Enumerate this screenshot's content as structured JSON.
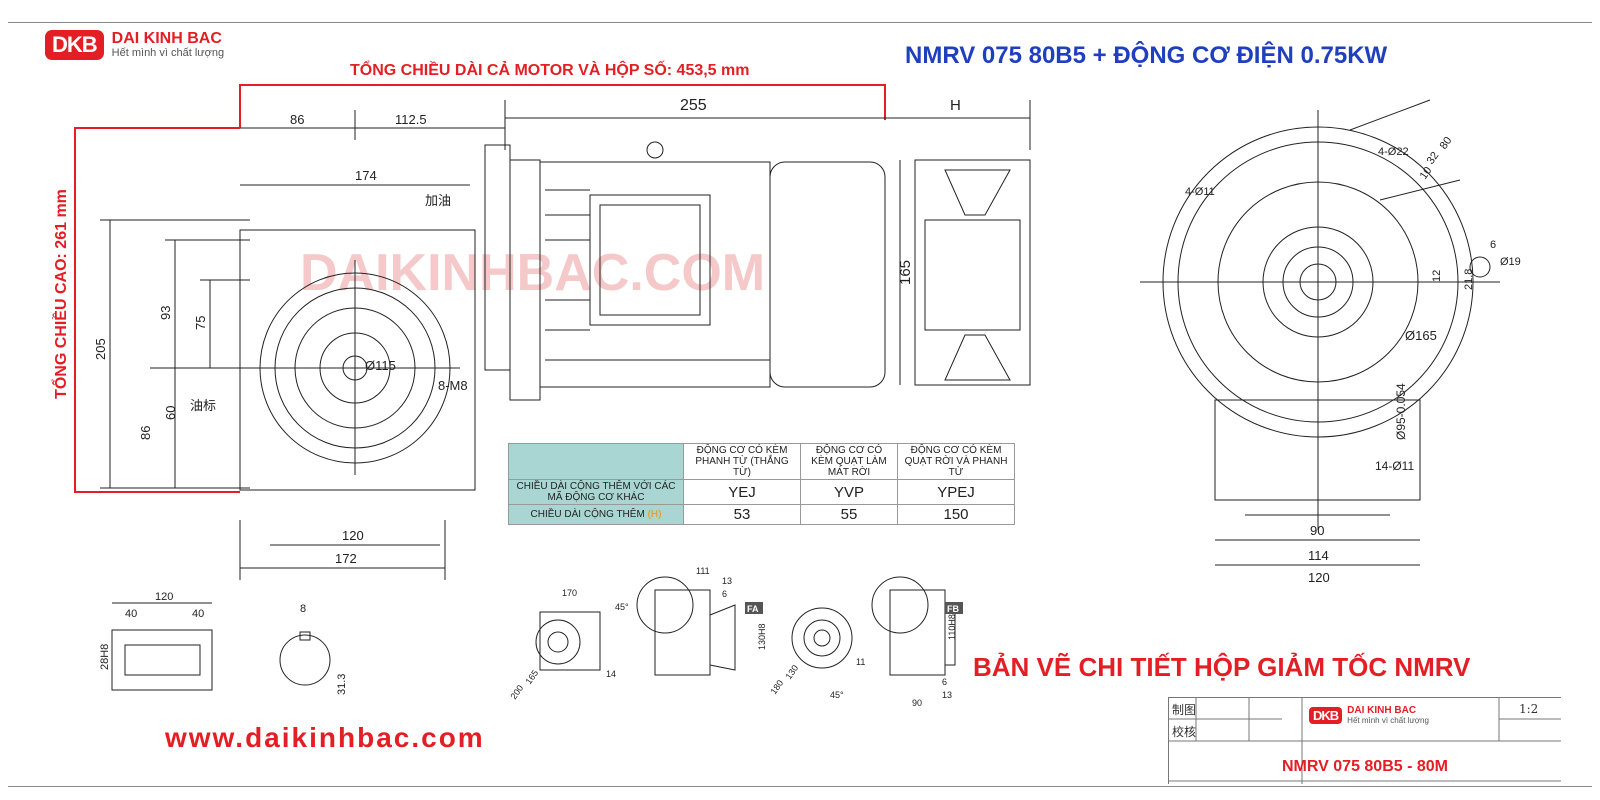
{
  "brand": {
    "logo_mark": "DKB",
    "name": "DAI KINH BAC",
    "slogan": "Hết mình vì chất lượng",
    "accent": "#e31e24"
  },
  "title": "NMRV 075 80B5 + ĐỘNG CƠ ĐIỆN 0.75KW",
  "total_length_label": "TỔNG CHIỀU DÀI CẢ MOTOR VÀ HỘP SỐ: 453,5 mm",
  "total_height_label": "TỔNG CHIỀU CAO: 261 mm",
  "watermark": "DAIKINHBAC.COM",
  "front_view": {
    "d86": "86",
    "d112": "112.5",
    "d255": "255",
    "dH": "H",
    "d174": "174",
    "oil_fill": "加油",
    "d205": "205",
    "d93": "93",
    "d75": "75",
    "d60": "60",
    "d86b": "86",
    "oil_gauge": "油标",
    "d115": "Ø115",
    "m8": "8-M8",
    "d165": "165",
    "d120": "120",
    "d172": "172"
  },
  "side_view": {
    "holes11": "4-Ø11",
    "holes22": "4-Ø22",
    "d80": "80",
    "d32": "32",
    "d10": "10",
    "d6": "6",
    "d19": "Ø19",
    "d218": "21.8",
    "d12": "12",
    "d165": "Ø165",
    "d95": "Ø95-0.054",
    "holes14": "14-Ø11",
    "d90": "90",
    "d114": "114",
    "d120": "120"
  },
  "shaft_view": {
    "d120": "120",
    "d40a": "40",
    "d40b": "40",
    "d28": "28H8",
    "d8": "8",
    "d313": "31.3"
  },
  "flange_views": {
    "d170": "170",
    "a45": "45°",
    "d165": "165",
    "d200": "200",
    "d14": "14",
    "d111": "111",
    "d13": "13",
    "d6": "6",
    "d130": "130H8",
    "fa": "FA",
    "d130b": "130",
    "d180": "180",
    "d11": "11",
    "a45b": "45°",
    "d6b": "6",
    "d13b": "13",
    "d90": "90",
    "d110": "110H8",
    "fb": "FB"
  },
  "extension_table": {
    "headers": [
      "ĐỘNG CƠ  CÓ KÈM PHANH TỪ (THẮNG TỪ)",
      "ĐỘNG CƠ CÓ KÈM QUẠT LÀM MÁT RỜI",
      "ĐỘNG CƠ  CÓ KÈM QUẠT RỜI VÀ PHANH TỪ"
    ],
    "row1_label": "CHIỀU DÀI CỘNG THÊM VỚI CÁC MÃ ĐỘNG CƠ KHÁC",
    "codes": [
      "YEJ",
      "YVP",
      "YPEJ"
    ],
    "row2_label": "CHIỀU DÀI CỘNG THÊM",
    "row2_suffix": "(H)",
    "values": [
      "53",
      "55",
      "150"
    ]
  },
  "bottom_title": "BẢN VẼ CHI TIẾT HỘP GIẢM TỐC NMRV",
  "website": "www.daikinhbac.com",
  "title_block": {
    "drawn": "制图",
    "checked": "校核",
    "scale": "1:2",
    "model": "NMRV 075 80B5 - 80M"
  }
}
